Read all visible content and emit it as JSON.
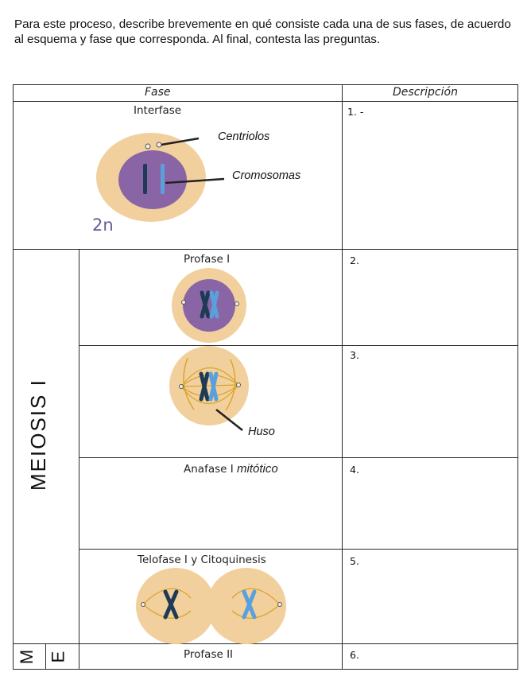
{
  "instructions": "Para este proceso, describe brevemente en qué consiste cada una de sus fases, de acuerdo al esquema y fase que corresponda. Al final, contesta las preguntas.",
  "table": {
    "header_phase": "Fase",
    "header_description": "Descripción",
    "group_label": "MEIOSIS I",
    "partial_group_letters": [
      "M",
      "E"
    ],
    "rows": [
      {
        "phase": "Interfase",
        "number": "1. -"
      },
      {
        "phase": "Profase I",
        "number": "2."
      },
      {
        "phase": "",
        "number": "3."
      },
      {
        "phase": "Anafase I",
        "phase_extra": "mitótico",
        "number": "4."
      },
      {
        "phase": "Telofase I y Citoquinesis",
        "number": "5."
      },
      {
        "phase": "Profase II",
        "number": "6."
      }
    ]
  },
  "diagram_labels": {
    "centriolos": "Centriolos",
    "cromosomas": "Cromosomas",
    "ploidy": "2n",
    "huso": "Huso"
  },
  "colors": {
    "cell_fill": "#f2d09e",
    "nucleus_fill": "#8a65a6",
    "chromosome_dark": "#1f3a55",
    "chromosome_light": "#5aa0dc",
    "spindle": "#d9a52a"
  }
}
